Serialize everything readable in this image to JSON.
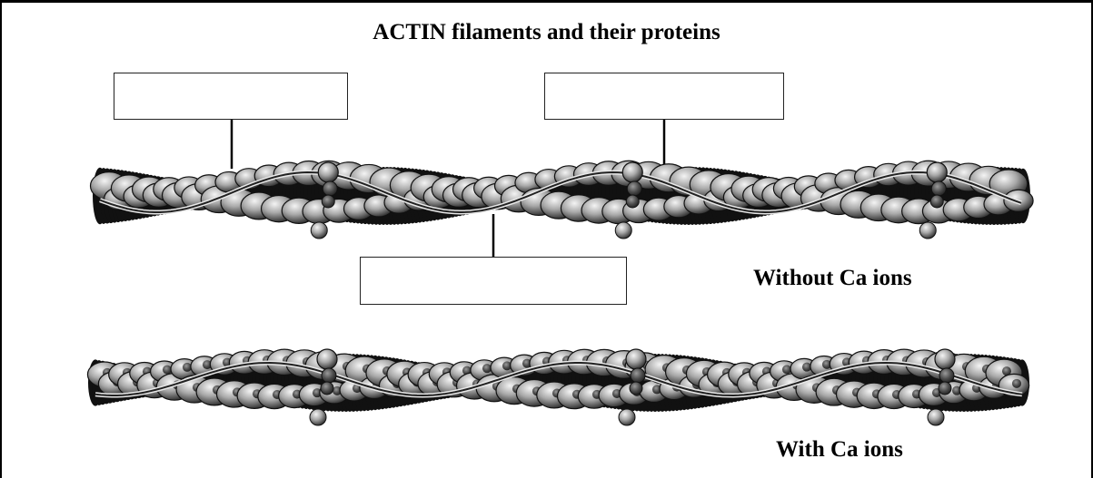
{
  "diagram": {
    "title": "ACTIN filaments and their proteins",
    "state_labels": {
      "without": "Without Ca ions",
      "with": "With Ca ions"
    },
    "label_boxes": [
      {
        "id": "box-left",
        "content": ""
      },
      {
        "id": "box-right",
        "content": ""
      },
      {
        "id": "box-bottom",
        "content": ""
      }
    ]
  },
  "colors": {
    "frame": "#000000",
    "bead_light": "#e6e6e6",
    "bead_dark": "#1c1c1c",
    "strand": "#2a2a2a"
  }
}
